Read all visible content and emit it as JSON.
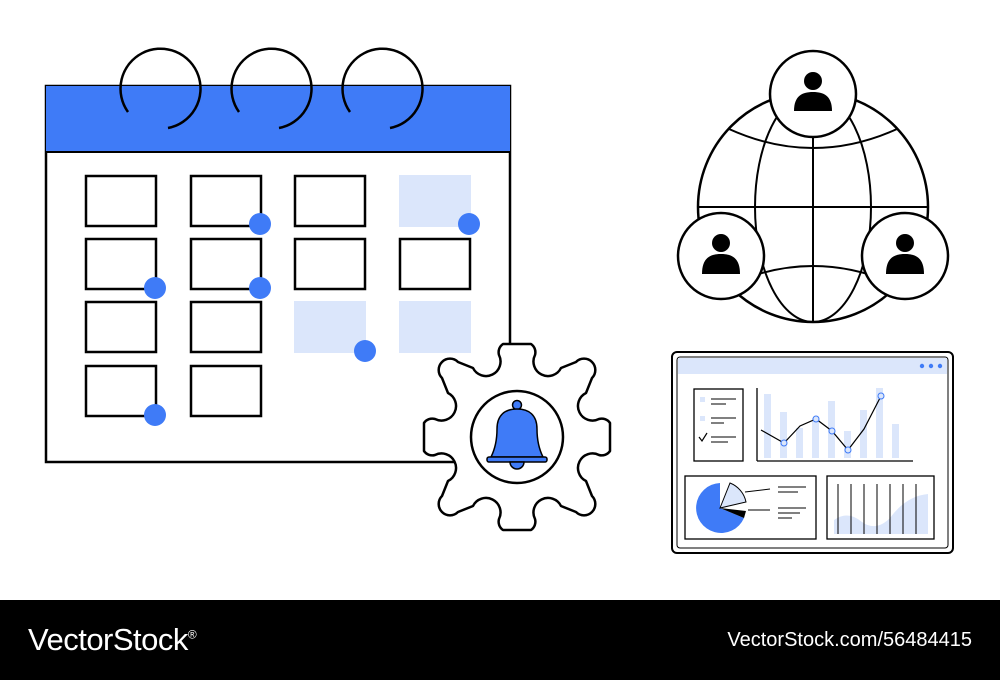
{
  "colors": {
    "accent": "#3f7bf7",
    "accent_light": "#dbe6fb",
    "stroke": "#000000",
    "background": "#ffffff",
    "footer_background": "#000000",
    "footer_text": "#ffffff"
  },
  "illustration": {
    "elements": [
      "calendar-icon",
      "gear-icon",
      "bell-icon",
      "globe-icon",
      "user-icon",
      "dashboard-window",
      "line-chart-icon",
      "bar-chart-icon",
      "pie-chart-icon",
      "checklist-icon"
    ]
  },
  "footer": {
    "brand": "VectorStock",
    "brand_mark": "®",
    "stock_id": "VectorStock.com/56484415"
  }
}
